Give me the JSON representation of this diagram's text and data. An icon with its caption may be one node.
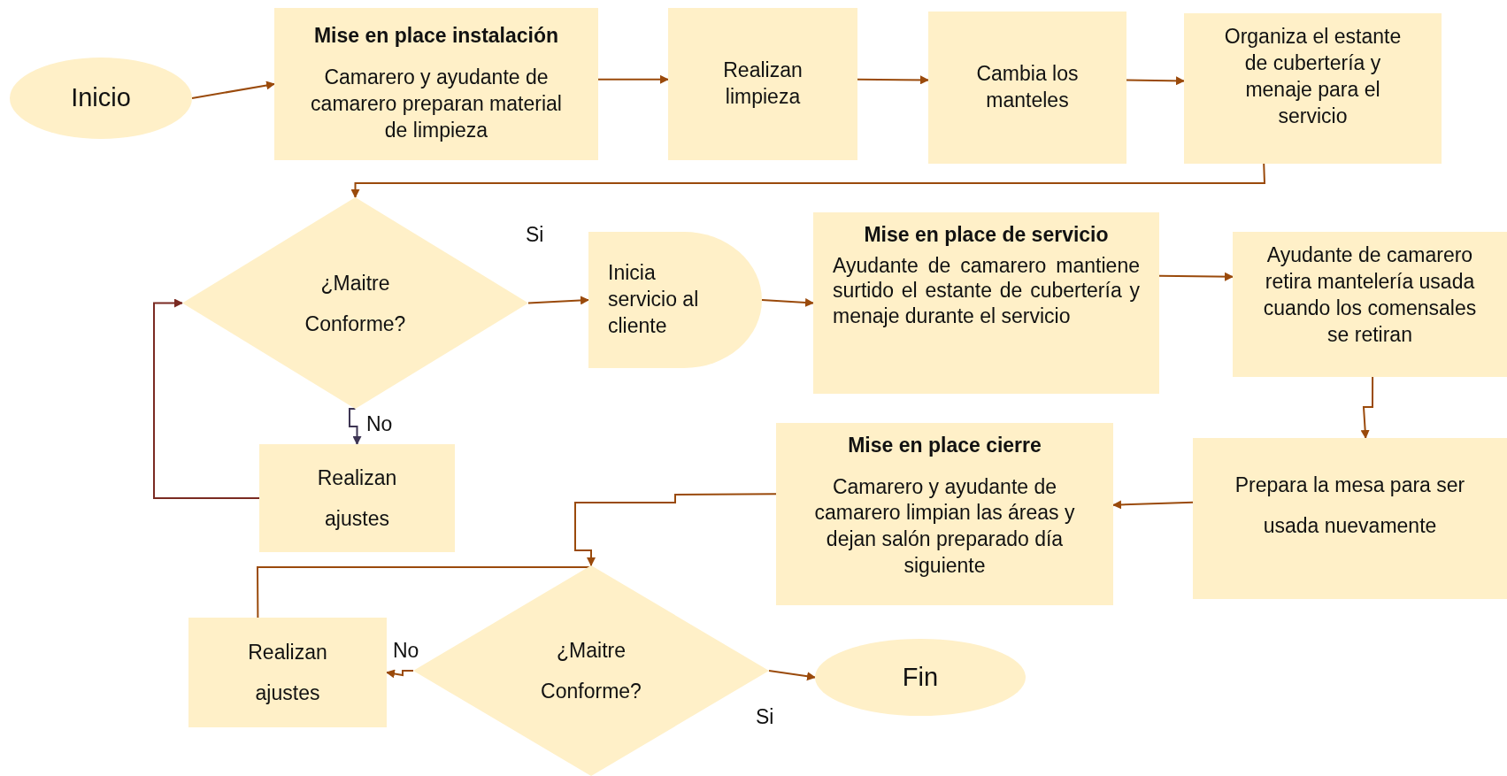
{
  "diagram": {
    "nodes": [
      {
        "text": [
          "Inicio"
        ]
      },
      {
        "text": [
          "Mise en place instalación",
          "Camarero y ayudante de camarero preparan material de limpieza"
        ]
      },
      {
        "text": [
          "Realizan limpieza"
        ]
      },
      {
        "text": [
          "Cambia los manteles"
        ]
      },
      {
        "text": [
          "Organiza el estante de cubertería y menaje para el servicio"
        ]
      },
      {
        "text": [
          "¿Maitre Conforme?"
        ]
      },
      {
        "text": [
          "Inicia servicio al cliente"
        ]
      },
      {
        "text": [
          "Mise en place de servicio",
          "Ayudante de camarero mantiene surtido el estante de cubertería y menaje durante el servicio"
        ]
      },
      {
        "text": [
          "Ayudante de camarero retira mantelería usada cuando los comensales se retiran"
        ]
      },
      {
        "text": [
          "Realizan ajustes"
        ]
      },
      {
        "text": [
          "Prepara la mesa para ser usada nuevamente"
        ]
      },
      {
        "text": [
          "Mise en place cierre",
          "Camarero y ayudante de camarero limpian las áreas y dejan salón preparado día siguiente"
        ]
      },
      {
        "text": [
          "¿Maitre Conforme?"
        ]
      },
      {
        "text": [
          "Realizan ajustes"
        ]
      },
      {
        "text": [
          "Fin"
        ]
      }
    ],
    "edges": [
      {
        "from": 0,
        "to": 1,
        "arrow": "to"
      },
      {
        "from": 1,
        "to": 2,
        "arrow": "to"
      },
      {
        "from": 2,
        "to": 3,
        "arrow": "to"
      },
      {
        "from": 3,
        "to": 4,
        "arrow": "to"
      },
      {
        "from": 4,
        "to": 5,
        "arrow": "to"
      },
      {
        "from": 5,
        "to": 6,
        "arrow": "to",
        "label": "Si"
      },
      {
        "from": 6,
        "to": 7,
        "arrow": "to"
      },
      {
        "from": 7,
        "to": 8,
        "arrow": "to"
      },
      {
        "from": 8,
        "to": 10,
        "arrow": "to"
      },
      {
        "from": 10,
        "to": 11,
        "arrow": "to"
      },
      {
        "from": 11,
        "to": 12,
        "arrow": "to"
      },
      {
        "from": 5,
        "to": 9,
        "arrow": "to",
        "label": "No",
        "color": "#3d3553"
      },
      {
        "from": 9,
        "to": 5,
        "arrow": "to",
        "color": "#7a2a22"
      },
      {
        "from": 13,
        "to": 12,
        "arrow": "to"
      },
      {
        "from": 12,
        "to": 13,
        "arrow": "to",
        "label": "No"
      },
      {
        "from": 12,
        "to": 14,
        "arrow": "to",
        "label": "Si"
      }
    ]
  }
}
